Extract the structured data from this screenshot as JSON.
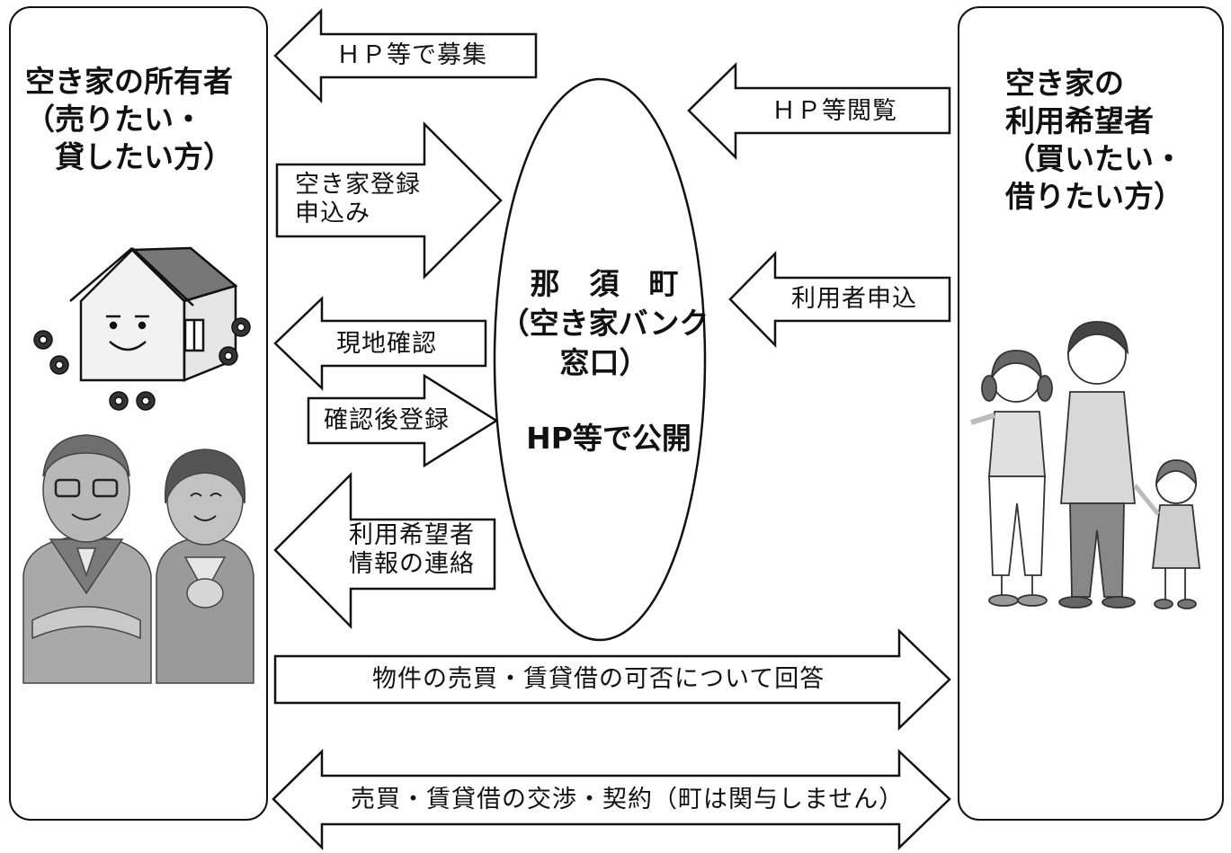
{
  "owner": {
    "title": "空き家の所有者\n（売りたい・\n　貸したい方）"
  },
  "user": {
    "title": "空き家の\n利用希望者\n（買いたい・\n借りたい方）"
  },
  "bank": {
    "name": "那　須　町",
    "window": "（空き家バンク\n窓口）",
    "publish": "HP等で公開"
  },
  "arrows": {
    "recruit": "ＨＰ等で募集",
    "register_apply": "空き家登録\n申込み",
    "site_check": "現地確認",
    "register_after": "確認後登録",
    "contact": "利用希望者\n情報の連絡",
    "browse": "ＨＰ等閲覧",
    "user_apply": "利用者申込",
    "answer": "物件の売買・賃貸借の可否について回答",
    "negotiate": "売買・賃貸借の交渉・契約（町は関与しません）"
  },
  "illustrations": {
    "house": "house-icon",
    "flowers": "flower-icon",
    "owners": "elderly-couple-illustration",
    "family": "family-illustration"
  }
}
